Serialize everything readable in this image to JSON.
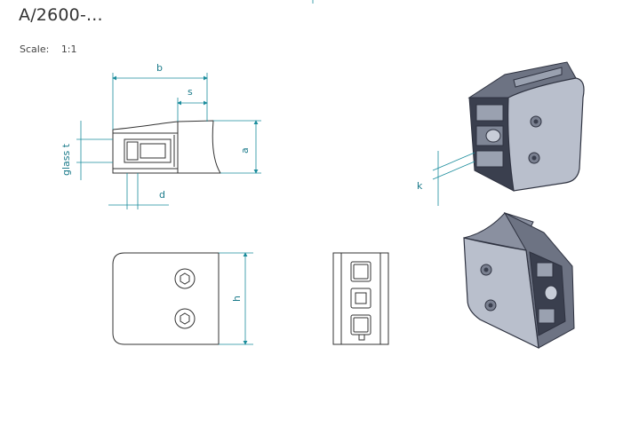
{
  "header": {
    "title": "A/2600-...",
    "scale_label": "Scale:",
    "scale_value": "1:1"
  },
  "dimensions": {
    "b": "b",
    "s": "s",
    "a": "a",
    "d": "d",
    "glass_t": "glass t",
    "h": "h",
    "k": "k"
  },
  "colors": {
    "dimension": "#1a8c9c",
    "outline": "#333333",
    "part_fill": "#f4f6fb",
    "iso_dark": "#3a3f4e",
    "iso_mid": "#6d7383",
    "iso_light": "#b9bfcc"
  }
}
